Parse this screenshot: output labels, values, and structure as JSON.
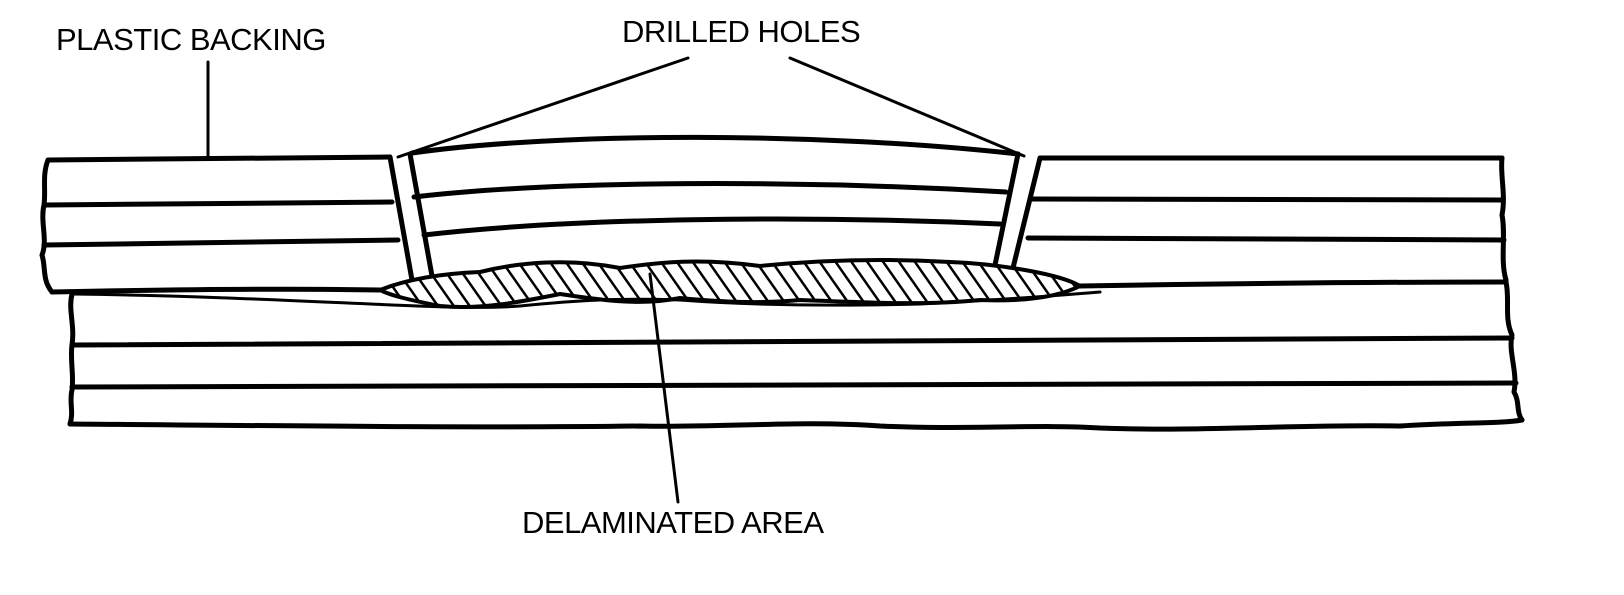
{
  "labels": {
    "plastic_backing": "PLASTIC BACKING",
    "drilled_holes": "DRILLED HOLES",
    "delaminated_area": "DELAMINATED AREA"
  },
  "colors": {
    "ink": "#000000",
    "background": "#ffffff"
  }
}
